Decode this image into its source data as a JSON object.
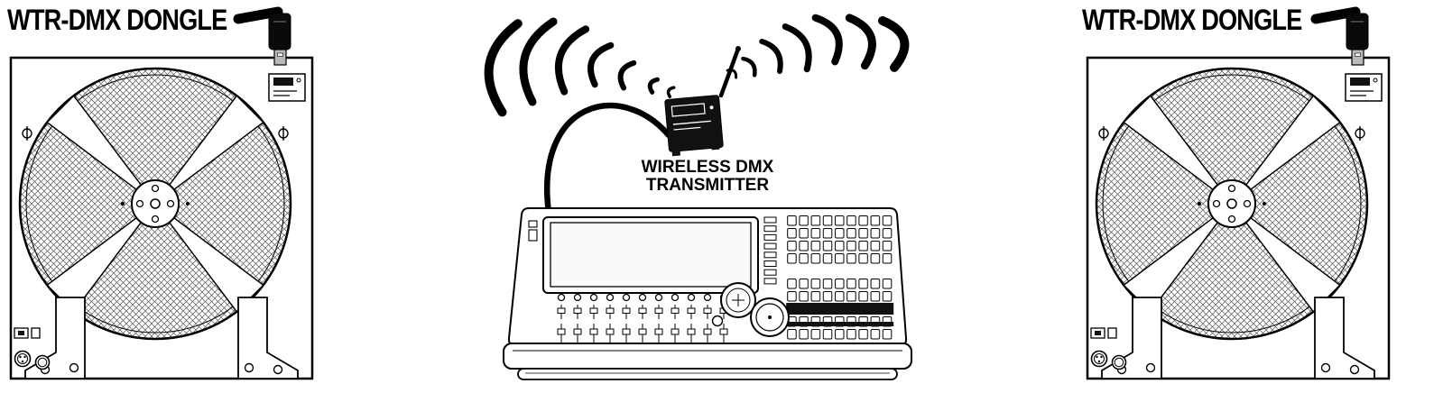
{
  "diagram": {
    "left_unit": {
      "title": "WTR-DMX DONGLE"
    },
    "right_unit": {
      "title": "WTR-DMX DONGLE"
    },
    "center": {
      "transmitter_label_line1": "WIRELESS DMX",
      "transmitter_label_line2": "TRANSMITTER"
    },
    "colors": {
      "line": "#000000",
      "background": "#ffffff",
      "device_black": "#111111"
    }
  }
}
